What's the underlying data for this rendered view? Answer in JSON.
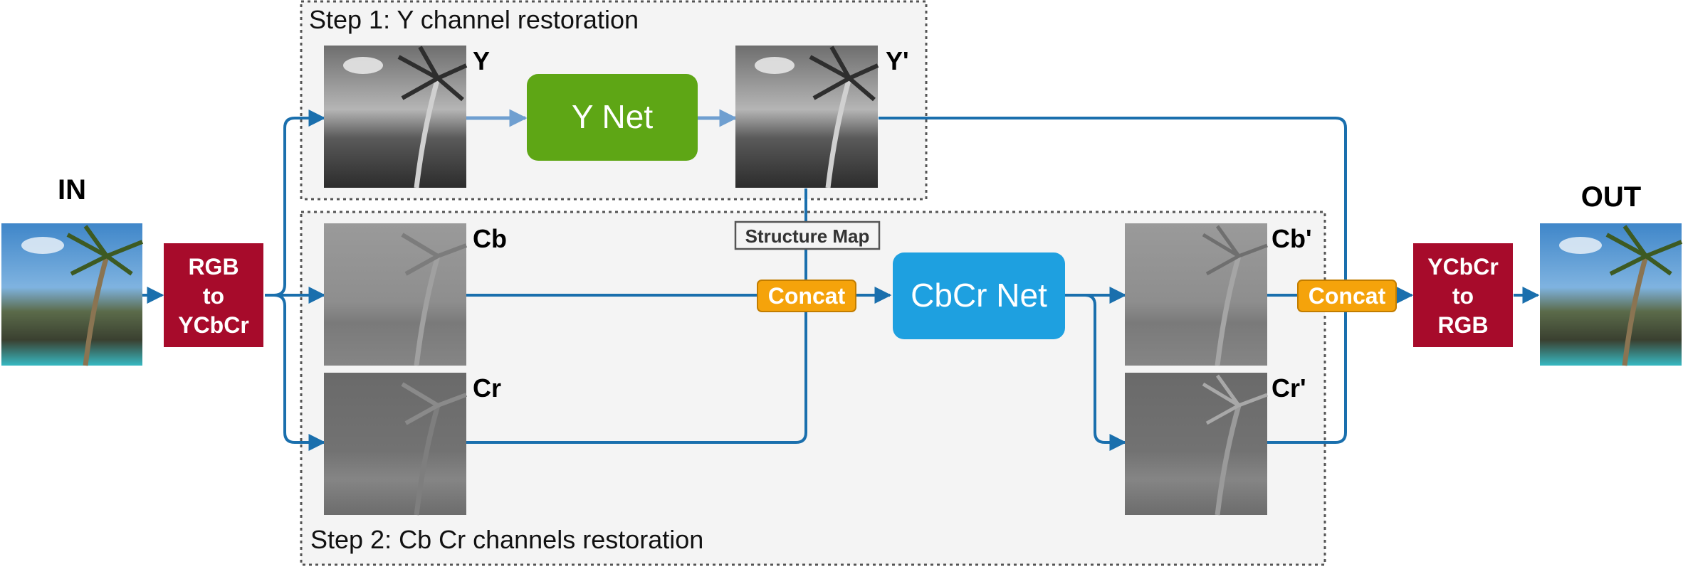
{
  "diagram": {
    "in_label": "IN",
    "out_label": "OUT",
    "rgb_to_ycbcr": [
      "RGB",
      "to",
      "YCbCr"
    ],
    "ycbcr_to_rgb": [
      "YCbCr",
      "to",
      "RGB"
    ],
    "step1_title": "Step 1: Y channel restoration",
    "step2_title": "Step 2: Cb Cr channels restoration",
    "y_net": "Y Net",
    "cbcr_net": "CbCr Net",
    "structure_map": "Structure Map",
    "concat_1": "Concat",
    "concat_2": "Concat",
    "channel_labels": {
      "y": "Y",
      "y_prime": "Y'",
      "cb": "Cb",
      "cr": "Cr",
      "cb_prime": "Cb'",
      "cr_prime": "Cr'"
    }
  },
  "colors": {
    "arrow_blue": "#1a6fad",
    "arrow_light_blue": "#6f9fd0",
    "convert_red": "#a70b2b",
    "y_net_green": "#5ea615",
    "cbcr_net_blue": "#1ea0e0",
    "concat_orange": "#f5a30b",
    "step_box_fill": "#f4f4f4",
    "step_box_border": "#555555"
  }
}
